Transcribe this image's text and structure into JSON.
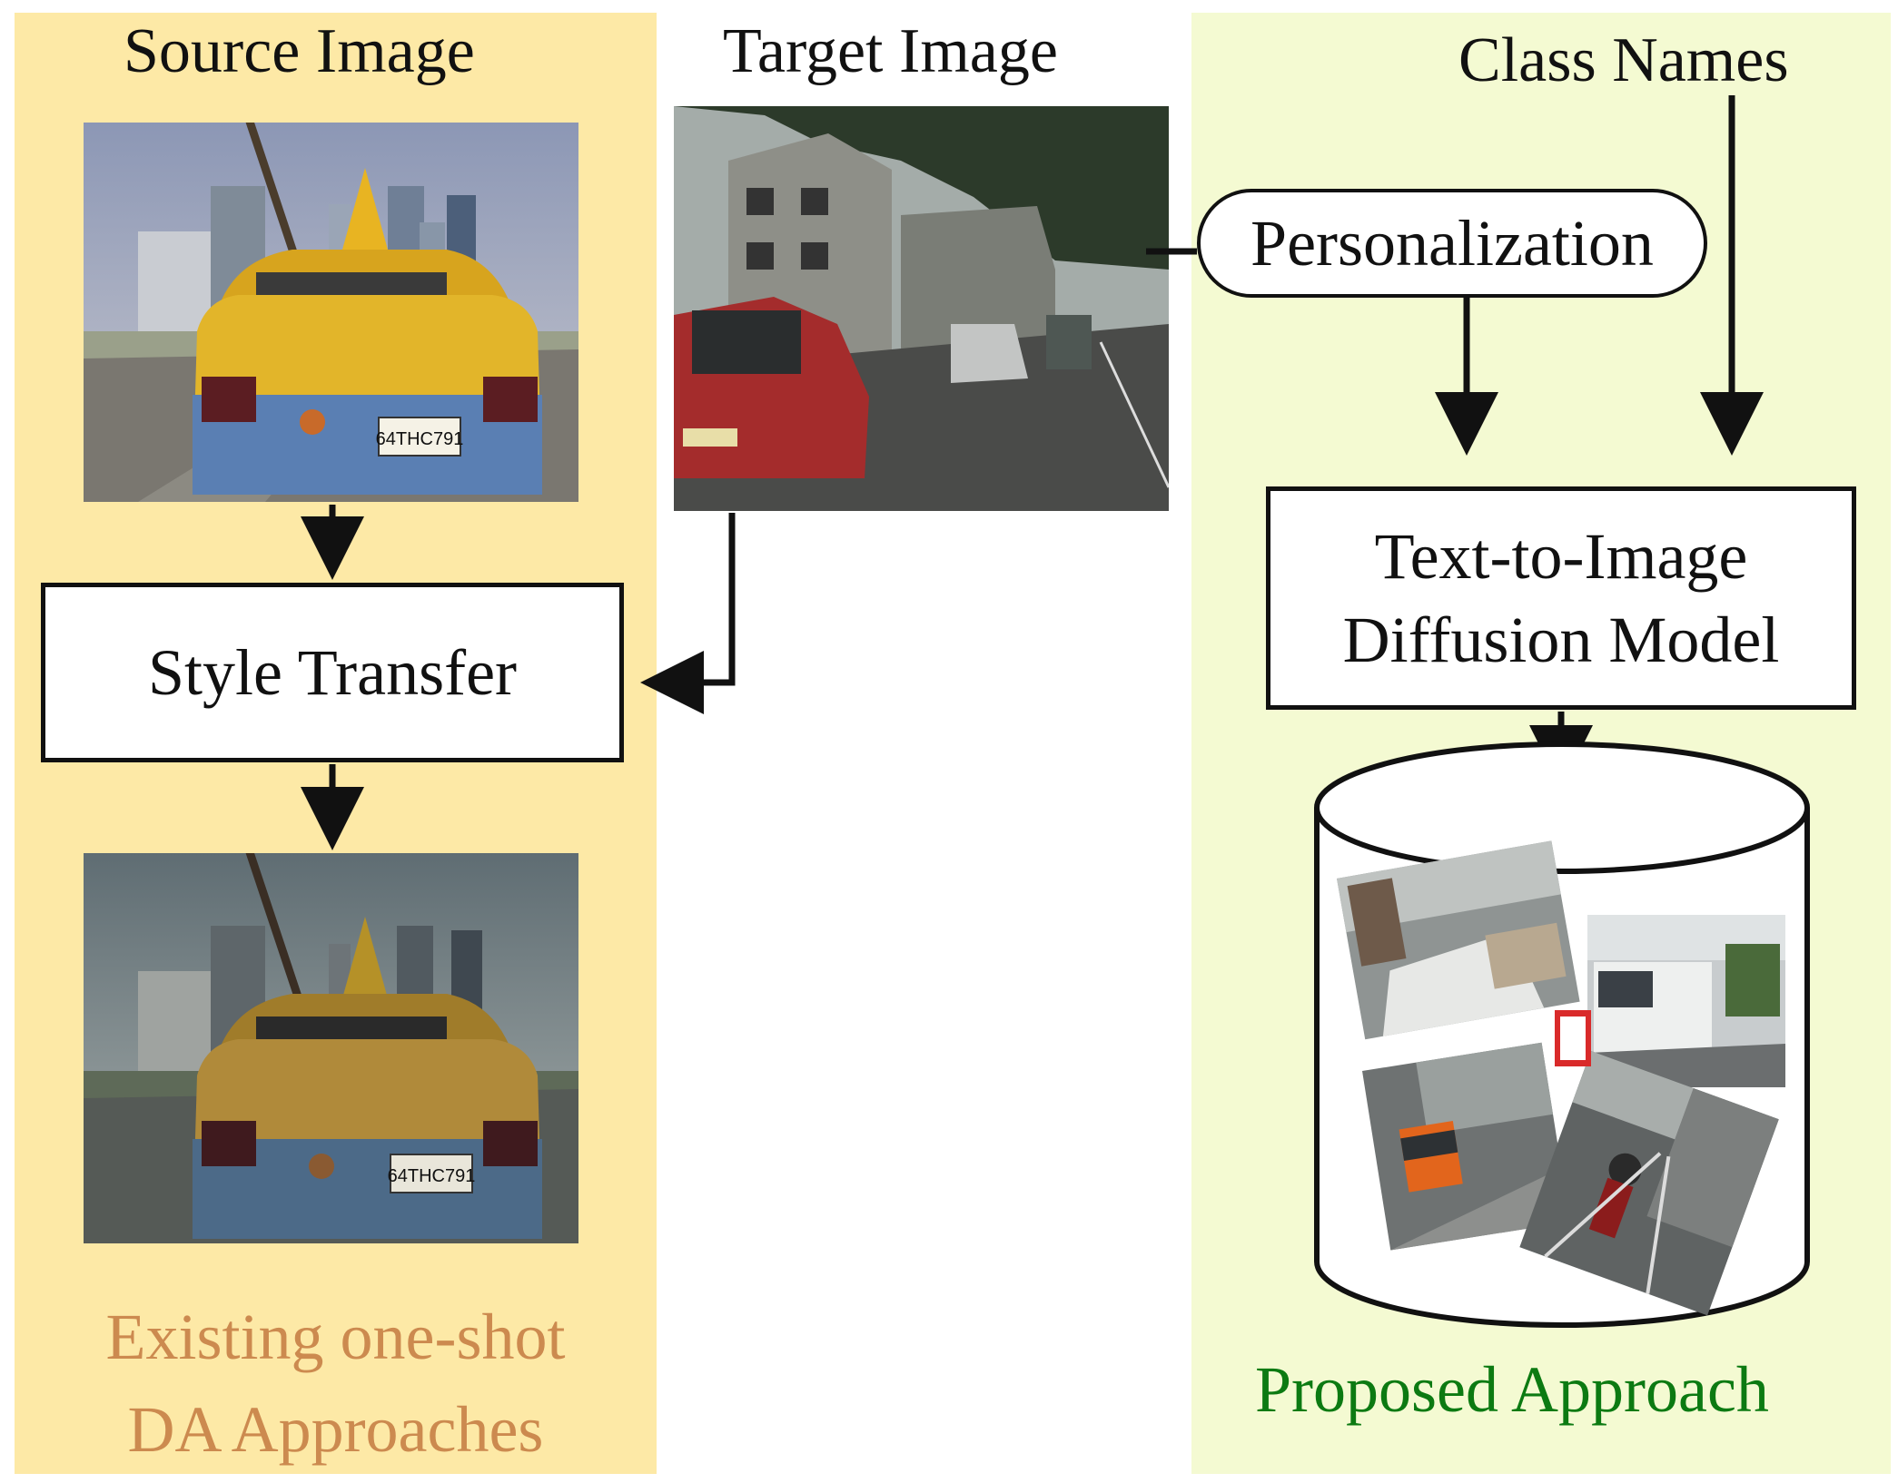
{
  "labels": {
    "source_image": "Source Image",
    "target_image": "Target Image",
    "class_names": "Class Names",
    "personalization": "Personalization",
    "style_transfer": "Style Transfer",
    "t2i_line1": "Text-to-Image",
    "t2i_line2": "Diffusion Model",
    "existing_line1": "Existing one-shot",
    "existing_line2": "DA Approaches",
    "proposed": "Proposed Approach"
  },
  "colors": {
    "left_panel": "#fde9a6",
    "right_panel": "#f4fad2",
    "existing_caption": "#cc8a4f",
    "proposed_caption": "#0c7a12"
  },
  "photos": {
    "source_plate": "64THC791",
    "stylized_plate": "64THC791"
  }
}
